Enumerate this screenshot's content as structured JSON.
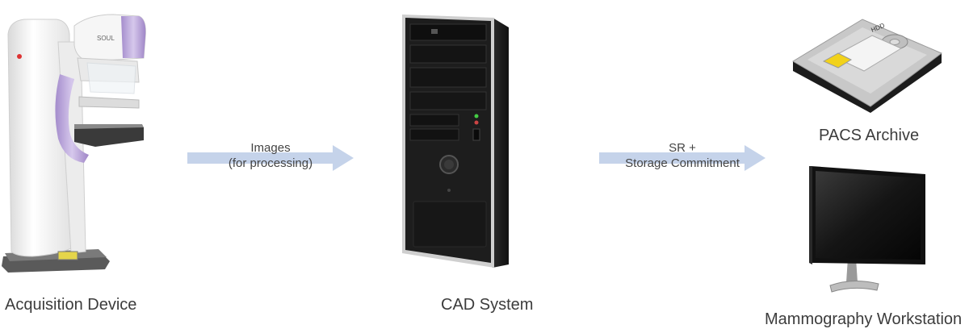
{
  "nodes": {
    "acquisition": {
      "label": "Acquisition Device",
      "brand": "SOUL"
    },
    "cad": {
      "label": "CAD System"
    },
    "pacs": {
      "label": "PACS Archive",
      "disk_text": "HDD"
    },
    "workstation": {
      "label": "Mammography Workstation"
    }
  },
  "edges": [
    {
      "line1": "Images",
      "line2": "(for processing)"
    },
    {
      "line1": "SR +",
      "line2": "Storage Commitment"
    }
  ],
  "colors": {
    "arrow": "#c5d3ea",
    "accent_purple": "#b9a3d9",
    "device_white": "#f4f4f4",
    "tower_dark": "#1c1c1c"
  }
}
